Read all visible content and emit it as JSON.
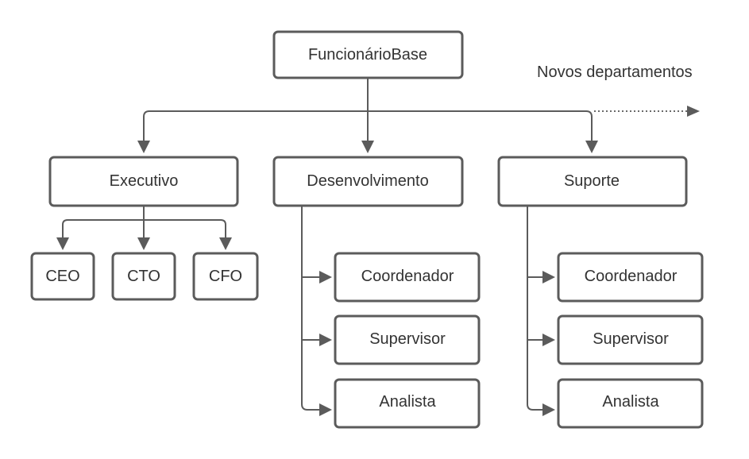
{
  "root": {
    "label": "FuncionárioBase"
  },
  "extension_label": "Novos departamentos",
  "departments": [
    {
      "label": "Executivo",
      "children": [
        "CEO",
        "CTO",
        "CFO"
      ]
    },
    {
      "label": "Desenvolvimento",
      "children": [
        "Coordenador",
        "Supervisor",
        "Analista"
      ]
    },
    {
      "label": "Suporte",
      "children": [
        "Coordenador",
        "Supervisor",
        "Analista"
      ]
    }
  ]
}
